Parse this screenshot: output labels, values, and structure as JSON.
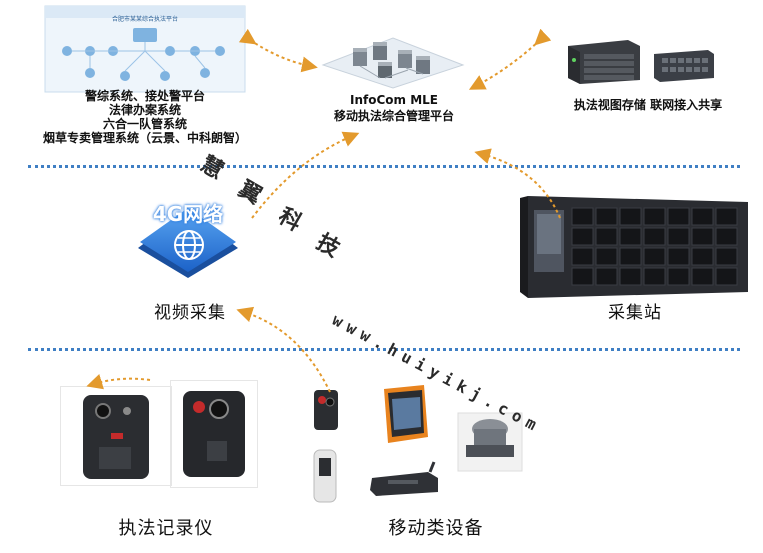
{
  "systems": {
    "lines": [
      "警综系统、接处警平台",
      "法律办案系统",
      "六合一队管系统",
      "烟草专卖管理系统（云景、中科朗智）"
    ],
    "screen_title": "合肥市某某综合执法平台"
  },
  "platform": {
    "name_line1": "InfoCom  MLE",
    "name_line2": "移动执法综合管理平台"
  },
  "storage": {
    "label": "执法视图存储 联网接入共享"
  },
  "network": {
    "badge": "4G网络",
    "label": "视频采集"
  },
  "station": {
    "label": "采集站"
  },
  "devices": {
    "recorder_label": "执法记录仪",
    "mobile_label": "移动类设备"
  },
  "watermark": {
    "chars": [
      "慧",
      "翼",
      "科",
      "技"
    ],
    "url": "www.huiyikj.com"
  },
  "colors": {
    "arrow": "#e39a2d",
    "separator": "#3f7fc4",
    "badge_blue": "#2f7fe0"
  }
}
